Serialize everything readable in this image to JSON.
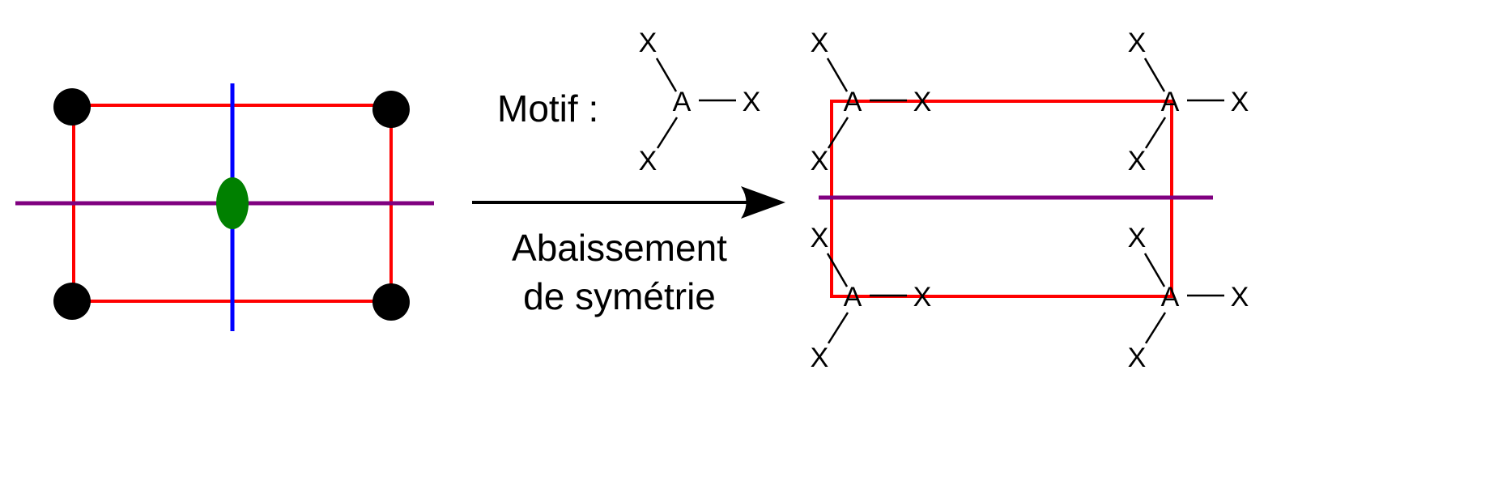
{
  "motif_label": "Motif :",
  "arrow_label_line1": "Abaissement",
  "arrow_label_line2": "de symétrie",
  "atom_center": "A",
  "atom_ligand": "X",
  "colors": {
    "lattice": "#ff0000",
    "mirror": "#800080",
    "axis": "#0000ff",
    "rotation_center": "#008000",
    "node": "#000000"
  }
}
